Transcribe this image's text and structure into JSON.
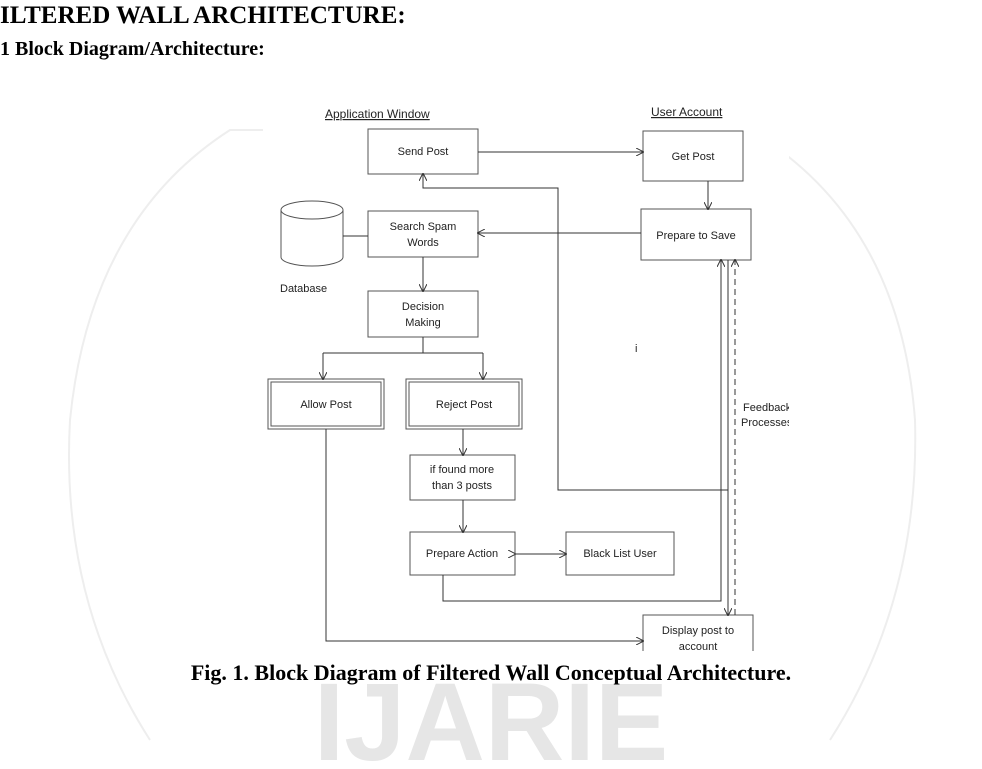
{
  "heading": {
    "section": "ILTERED WALL ARCHITECTURE:",
    "subsection": "1  Block Diagram/Architecture:"
  },
  "caption": "Fig. 1. Block Diagram of Filtered Wall Conceptual Architecture.",
  "watermark": {
    "text": "IJARIE",
    "color": "#e6e6e6"
  },
  "diagram": {
    "headers": {
      "left": "Application Window",
      "right": "User Account"
    },
    "nodes": {
      "send_post": "Send Post",
      "get_post": "Get Post",
      "search_spam_line1": "Search Spam",
      "search_spam_line2": "Words",
      "prepare_save": "Prepare to Save",
      "database": "Database",
      "decision_line1": "Decision",
      "decision_line2": "Making",
      "allow_post": "Allow Post",
      "reject_post": "Reject Post",
      "found_line1": "if found more",
      "found_line2": "than 3 posts",
      "prepare_action": "Prepare Action",
      "black_list": "Black List User",
      "display_line1": "Display post to",
      "display_line2": "account"
    },
    "feedback_line1": "Feedback",
    "feedback_line2": "Processes",
    "stray_mark": "i"
  }
}
